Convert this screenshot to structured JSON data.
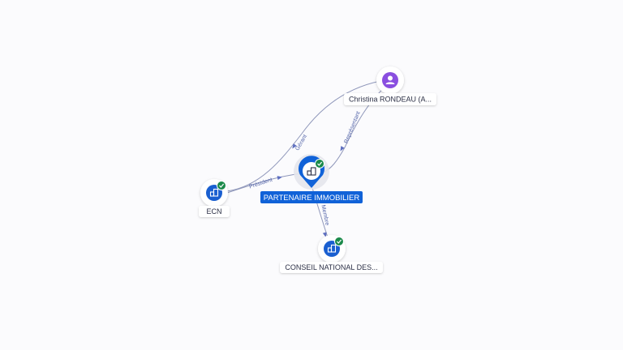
{
  "graph": {
    "colors": {
      "company": "#1a5fd0",
      "person": "#8a4fe0",
      "check": "#1b8a4a",
      "edge": "#8f97ba",
      "edge_label": "#5566aa",
      "main_label_bg": "#1062d8"
    },
    "nodes": {
      "main": {
        "label": "PARTENAIRE IMMOBILIER",
        "type": "company",
        "icon": "building-icon",
        "verified": true
      },
      "person": {
        "label": "Christina RONDEAU (A...",
        "type": "person",
        "icon": "person-icon"
      },
      "ecn": {
        "label": "ECN",
        "type": "company",
        "icon": "building-icon",
        "verified": true
      },
      "cnd": {
        "label": "CONSEIL NATIONAL DES...",
        "type": "company",
        "icon": "building-icon",
        "verified": true
      }
    },
    "edges": {
      "gerant": {
        "label": "Gérant",
        "from": "person",
        "to": "ecn"
      },
      "representant": {
        "label": "Représentant",
        "from": "person",
        "to": "main"
      },
      "president": {
        "label": "Président",
        "from": "ecn",
        "to": "main"
      },
      "membre": {
        "label": "Membre",
        "from": "main",
        "to": "cnd"
      }
    }
  }
}
